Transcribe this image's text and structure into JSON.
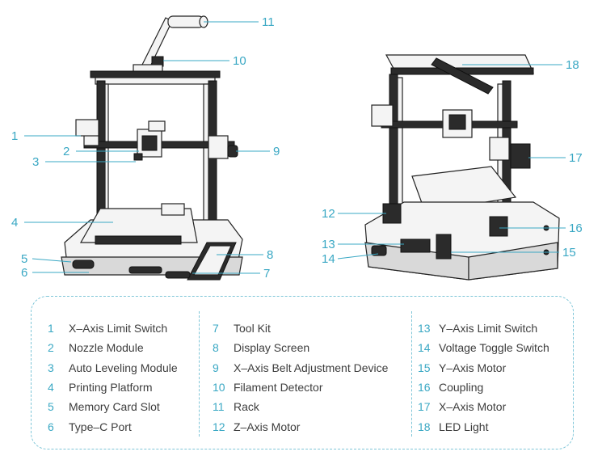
{
  "callouts": {
    "left": [
      "1",
      "2",
      "3",
      "4",
      "5",
      "6",
      "7",
      "8",
      "9",
      "10",
      "11"
    ],
    "right": [
      "12",
      "13",
      "14",
      "15",
      "16",
      "17",
      "18"
    ]
  },
  "legend": {
    "col1": [
      {
        "num": "1",
        "label": "X–Axis Limit Switch"
      },
      {
        "num": "2",
        "label": "Nozzle Module"
      },
      {
        "num": "3",
        "label": "Auto Leveling Module"
      },
      {
        "num": "4",
        "label": "Printing Platform"
      },
      {
        "num": "5",
        "label": "Memory Card Slot"
      },
      {
        "num": "6",
        "label": "Type–C Port"
      }
    ],
    "col2": [
      {
        "num": "7",
        "label": "Tool Kit"
      },
      {
        "num": "8",
        "label": "Display Screen"
      },
      {
        "num": "9",
        "label": "X–Axis Belt Adjustment Device"
      },
      {
        "num": "10",
        "label": "Filament Detector"
      },
      {
        "num": "11",
        "label": "Rack"
      },
      {
        "num": "12",
        "label": "Z–Axis Motor"
      }
    ],
    "col3": [
      {
        "num": "13",
        "label": "Y–Axis Limit Switch"
      },
      {
        "num": "14",
        "label": "Voltage Toggle Switch"
      },
      {
        "num": "15",
        "label": "Y–Axis Motor"
      },
      {
        "num": "16",
        "label": "Coupling"
      },
      {
        "num": "17",
        "label": "X–Axis Motor"
      },
      {
        "num": "18",
        "label": "LED Light"
      }
    ]
  },
  "colors": {
    "accent": "#3aa8c4",
    "frame": "#222222",
    "legend_border": "#7fc6d8"
  }
}
